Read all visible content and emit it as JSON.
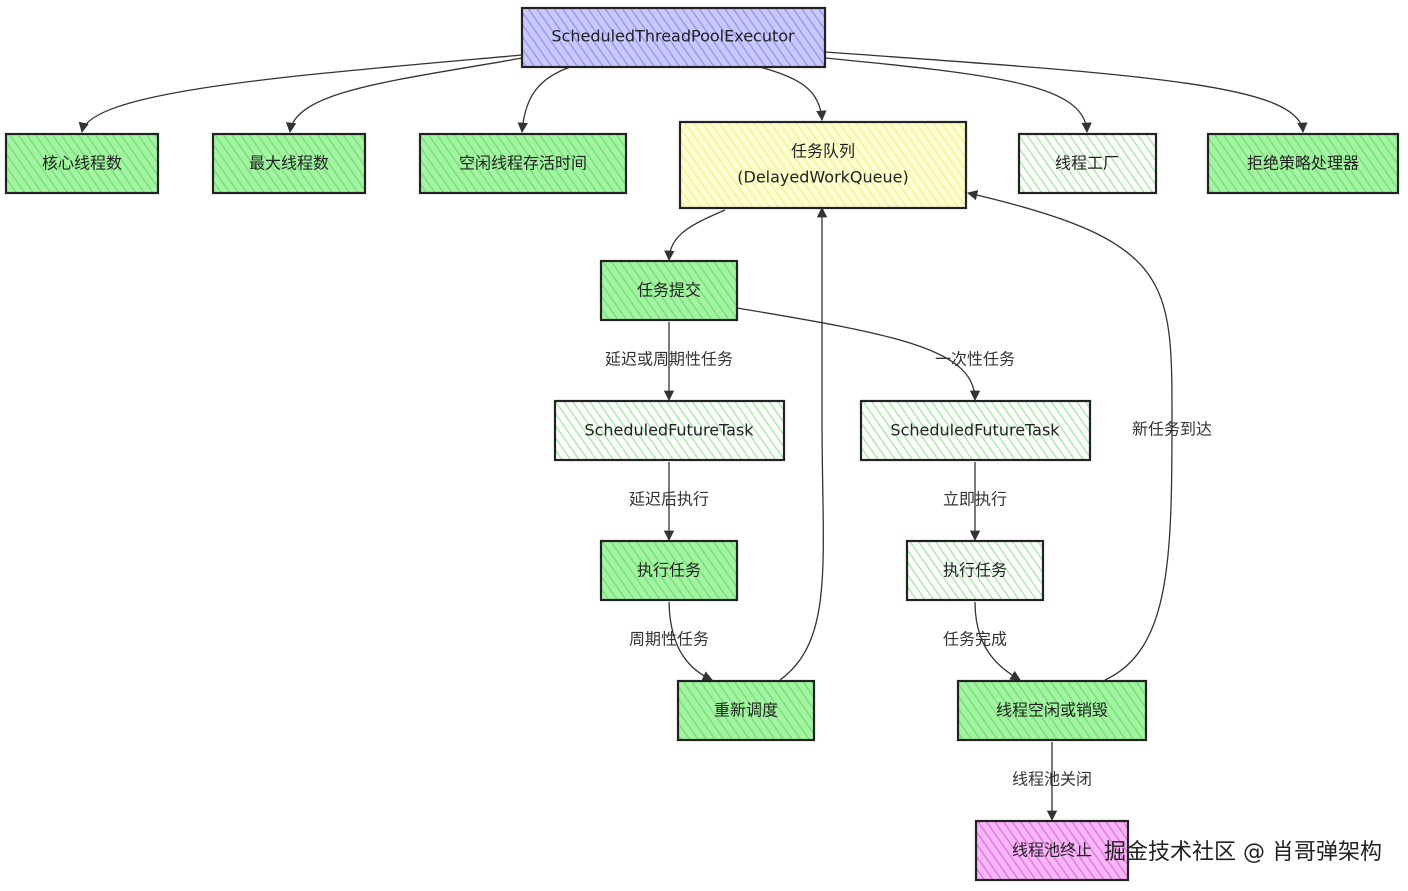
{
  "nodes": {
    "executor": "ScheduledThreadPoolExecutor",
    "core_threads": "核心线程数",
    "max_threads": "最大线程数",
    "keep_alive": "空闲线程存活时间",
    "queue_line1": "任务队列",
    "queue_line2": "(DelayedWorkQueue)",
    "thread_factory": "线程工厂",
    "reject_handler": "拒绝策略处理器",
    "task_submit": "任务提交",
    "sft_delayed": "ScheduledFutureTask",
    "sft_once": "ScheduledFutureTask",
    "exec_left": "执行任务",
    "exec_right": "执行任务",
    "reschedule": "重新调度",
    "thread_idle": "线程空闲或销毁",
    "pool_terminated": "线程池终止"
  },
  "edges": {
    "delayed_or_periodic": "延迟或周期性任务",
    "one_time": "一次性任务",
    "run_after_delay": "延迟后执行",
    "run_now": "立即执行",
    "periodic_task": "周期性任务",
    "task_done": "任务完成",
    "new_task_arrives": "新任务到达",
    "pool_shutdown": "线程池关闭"
  },
  "watermark": "掘金技术社区 @ 肖哥弹架构",
  "colors": {
    "executor_fill": "#b3b3ff",
    "green_fill": "#8ff08f",
    "light_green_fill": "#c5f5c5",
    "queue_fill": "#ffffb3",
    "terminal_fill": "#f08ff0",
    "stroke": "#222222"
  }
}
